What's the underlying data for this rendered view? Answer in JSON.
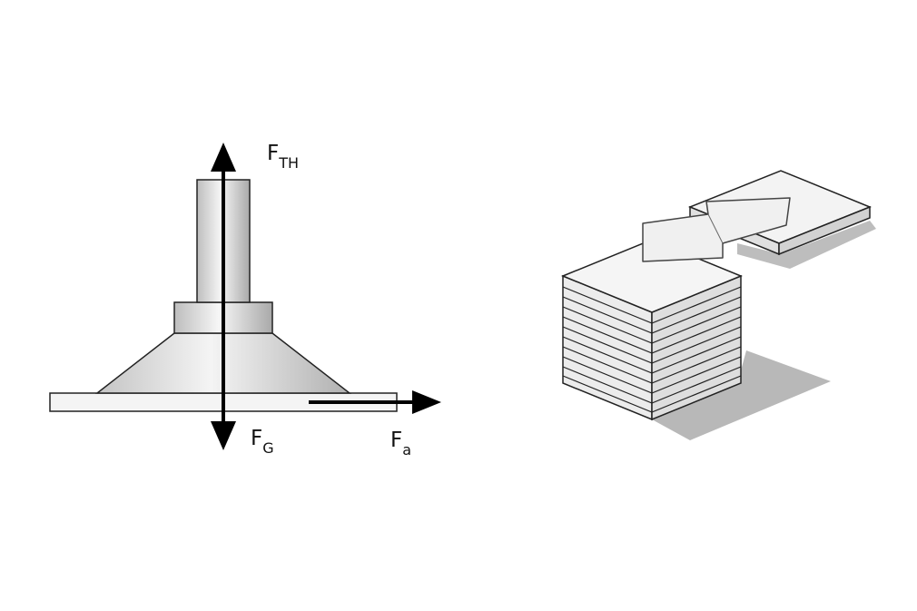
{
  "labels": {
    "thrust": {
      "main": "F",
      "sub": "TH"
    },
    "gravity": {
      "main": "F",
      "sub": "G"
    },
    "applied": {
      "main": "F",
      "sub": "a"
    }
  },
  "colors": {
    "stroke": "#222222",
    "shadow": "#b8b8b8",
    "face_light": "#f3f3f3",
    "face_mid": "#dcdcdc"
  }
}
